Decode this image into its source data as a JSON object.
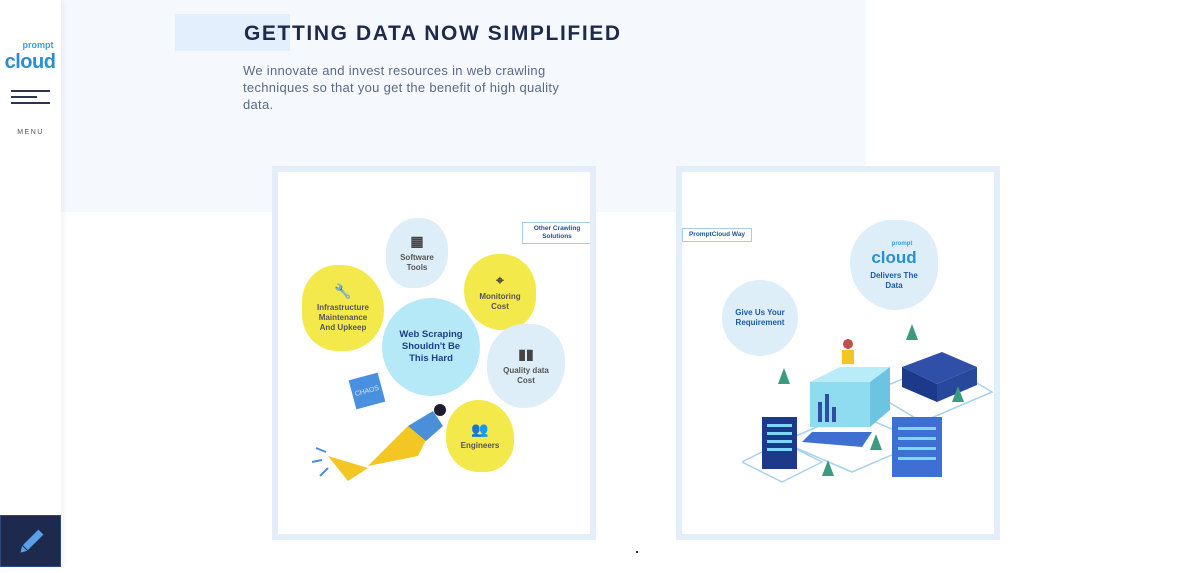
{
  "sidebar": {
    "logo_top": "prompt",
    "logo_main": "cloud",
    "menu_label": "MENU",
    "edit_icon": "pencil-icon"
  },
  "hero": {
    "title": "GETTING DATA NOW SIMPLIFIED",
    "description": "We innovate and invest resources in web crawling techniques so that you get the benefit of high quality data."
  },
  "left_card": {
    "tag": "Other Crawling Solutions",
    "center": "Web Scraping Shouldn't Be This Hard",
    "bubbles": [
      "Software Tools",
      "Infrastructure Maintenance And Upkeep",
      "Monitoring Cost",
      "Quality data Cost",
      "Engineers"
    ],
    "box_label": "CHAOS"
  },
  "right_card": {
    "tag": "PromptCloud Way",
    "bubble_left": "Give Us Your Requirement",
    "bubble_logo": "cloud",
    "bubble_logo_top": "prompt",
    "bubble_right": "Delivers The Data"
  },
  "colors": {
    "navy": "#1d2a4d",
    "yellow": "#f4e94a",
    "light_blue": "#ddeef8",
    "cyan": "#b6e9f7"
  }
}
